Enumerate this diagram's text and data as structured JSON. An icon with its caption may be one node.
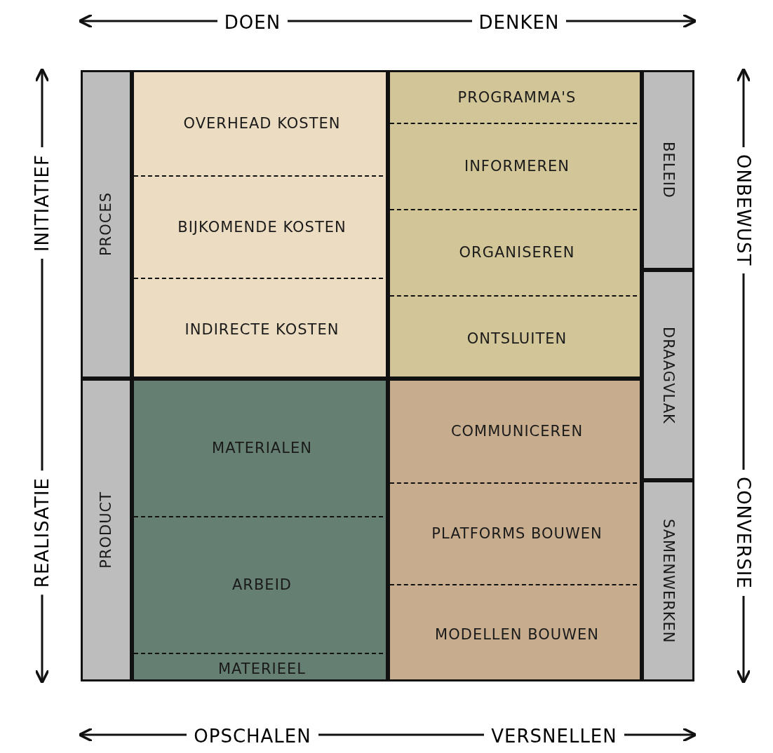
{
  "diagram": {
    "nodes": [
      {
        "text": [
          "PROCES"
        ]
      },
      {
        "text": [],
        "shape": "box"
      },
      {
        "text": [
          "OVERHEAD KOSTEN"
        ],
        "in": 1
      },
      {
        "text": [
          "BIJKOMENDE KOSTEN"
        ],
        "in": 1
      },
      {
        "text": [
          "INDIRECTE KOSTEN"
        ],
        "in": 1
      },
      {
        "text": [],
        "shape": "box"
      },
      {
        "text": [
          "PROGRAMMA'S"
        ],
        "in": 5
      },
      {
        "text": [
          "INFORMEREN"
        ],
        "in": 5
      },
      {
        "text": [
          "ORGANISEREN"
        ],
        "in": 5
      },
      {
        "text": [
          "ONTSLUITEN"
        ],
        "in": 5
      },
      {
        "text": [
          "BELEID"
        ]
      },
      {
        "text": [
          "DRAAGVLAK"
        ]
      },
      {
        "text": [
          "PRODUCT"
        ]
      },
      {
        "text": [],
        "shape": "box"
      },
      {
        "text": [
          "MATERIALEN"
        ],
        "in": 13
      },
      {
        "text": [
          "ARBEID"
        ],
        "in": 13
      },
      {
        "text": [
          "MATERIEEL"
        ],
        "in": 13
      },
      {
        "text": [],
        "shape": "box"
      },
      {
        "text": [
          "COMMUNICEREN"
        ],
        "in": 17
      },
      {
        "text": [
          "PLATFORMS BOUWEN"
        ],
        "in": 17
      },
      {
        "text": [
          "MODELLEN BOUWEN"
        ],
        "in": 17
      },
      {
        "text": [
          "SAMENWERKEN"
        ]
      }
    ],
    "labels": [
      "DOEN",
      "DENKEN",
      "INITIATIEF",
      "REALISATIE",
      "ONBEWUST",
      "CONVERSIE",
      "OPSCHALEN",
      "VERSNELLEN"
    ]
  }
}
